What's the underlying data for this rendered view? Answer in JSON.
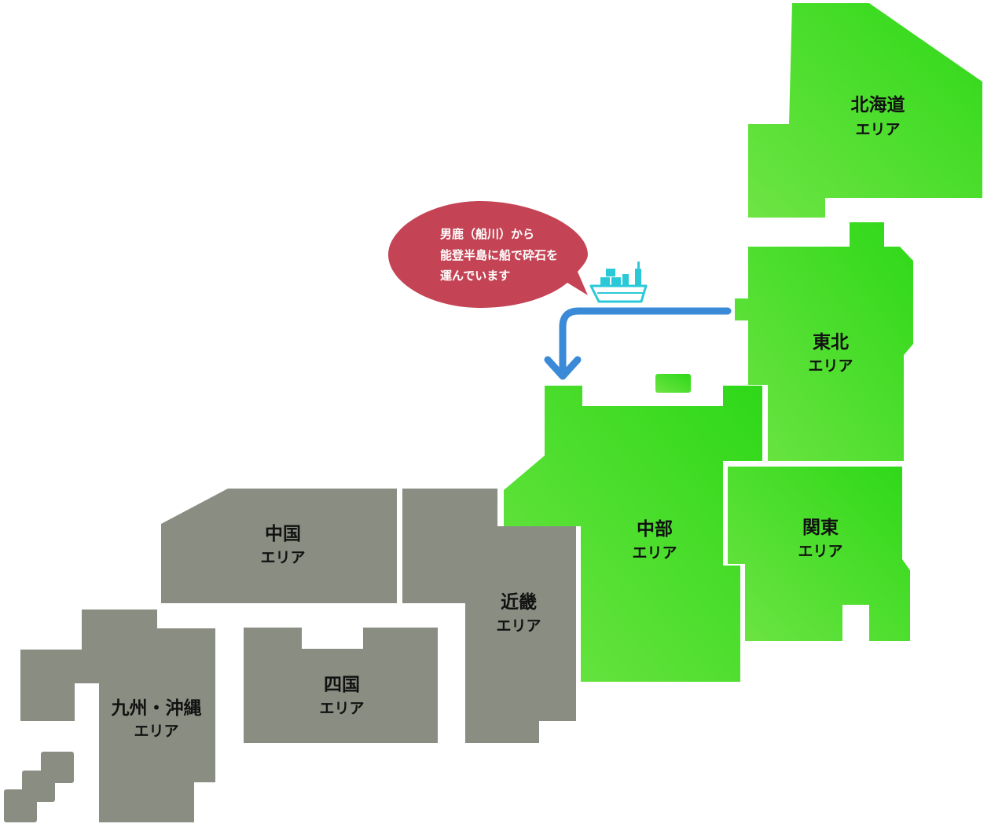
{
  "colors": {
    "active_light": "#6ee444",
    "active_dark": "#2ed818",
    "inactive": "#8a8d82",
    "route": "#3a8ad8",
    "bubble": "#c44456",
    "ship": "#2bc9d8"
  },
  "regions": {
    "hokkaido": {
      "name": "北海道",
      "sub": "エリア",
      "active": true
    },
    "tohoku": {
      "name": "東北",
      "sub": "エリア",
      "active": true
    },
    "kanto": {
      "name": "関東",
      "sub": "エリア",
      "active": true
    },
    "chubu": {
      "name": "中部",
      "sub": "エリア",
      "active": true
    },
    "kinki": {
      "name": "近畿",
      "sub": "エリア",
      "active": false
    },
    "chugoku": {
      "name": "中国",
      "sub": "エリア",
      "active": false
    },
    "shikoku": {
      "name": "四国",
      "sub": "エリア",
      "active": false
    },
    "kyushu": {
      "name": "九州・沖縄",
      "sub": "エリア",
      "active": false
    }
  },
  "callout": {
    "lines": [
      "男鹿（船川）から",
      "能登半島に船で砕石を",
      "運んでいます"
    ]
  },
  "icons": {
    "ship": "cargo-ship-icon",
    "route": "route-arrow-icon"
  }
}
